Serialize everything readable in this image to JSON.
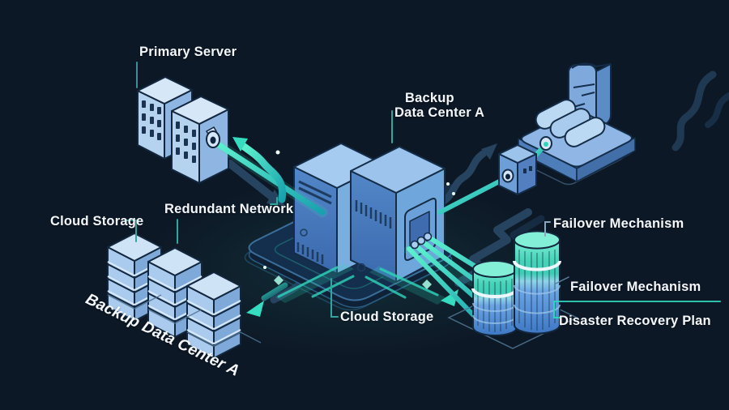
{
  "diagram": {
    "labels": {
      "primary_server": "Primary Server",
      "backup_data_center_top": {
        "line1": "Backup",
        "line2": "Data Center A"
      },
      "redundant_network": "Redundant Network",
      "cloud_storage_left": "Cloud Storage",
      "backup_data_center_diagonal": "Backup Data Center A",
      "cloud_storage_center": "Cloud Storage",
      "failover_mechanism_top": "Failover Mechanism",
      "failover_mechanism_right": "Failover Mechanism",
      "disaster_recovery_plan": "Disaster Recovery Plan"
    },
    "components": [
      {
        "name": "primary-server-towers"
      },
      {
        "name": "backup-data-center-servers"
      },
      {
        "name": "central-network-platform"
      },
      {
        "name": "redundant-network-arrows"
      },
      {
        "name": "cloud-storage-slab-towers"
      },
      {
        "name": "failover-database-cylinders"
      },
      {
        "name": "network-appliance-platform"
      },
      {
        "name": "connector-box"
      }
    ],
    "colors": {
      "background": "#0d1826",
      "accent_teal": "#2fd5bb",
      "arrow_navy": "#26435f",
      "server_light_blue": "#aacbee",
      "server_deep_blue": "#4d80c2",
      "database_teal": "#7deed6",
      "database_blue": "#4a86d2",
      "label_text": "#f4f8fc"
    }
  }
}
